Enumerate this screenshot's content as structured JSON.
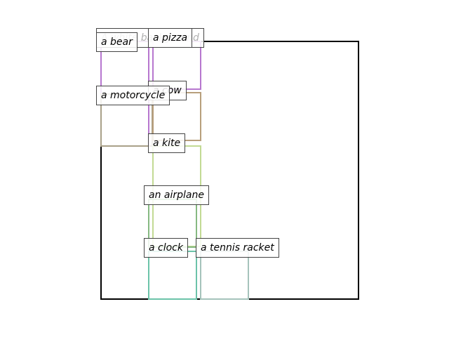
{
  "diagram": {
    "title": "",
    "frame_color": "#000000",
    "objects": [
      {
        "id": "background",
        "label": "A white background",
        "color": "#d9b8df"
      },
      {
        "id": "bear",
        "label": "a bear",
        "color": "#b777cf"
      },
      {
        "id": "pizza",
        "label": "a pizza",
        "color": "#b777cf"
      },
      {
        "id": "cow",
        "label": "a cow",
        "color": "#b89f7c"
      },
      {
        "id": "motorcycle",
        "label": "a motorcycle",
        "color": "#a9a088"
      },
      {
        "id": "kite",
        "label": "a kite",
        "color": "#c2da94"
      },
      {
        "id": "airplane",
        "label": "an airplane",
        "color": "#86b982"
      },
      {
        "id": "clock",
        "label": "a clock",
        "color": "#6cc3a9"
      },
      {
        "id": "tennis_racket",
        "label": "a tennis racket",
        "color": "#a5c3bb"
      }
    ]
  }
}
